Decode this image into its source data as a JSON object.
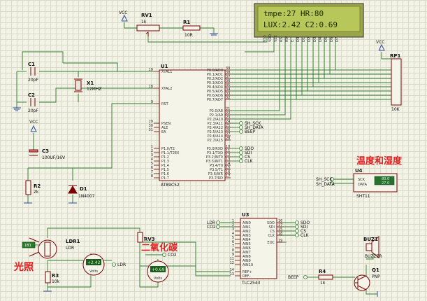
{
  "lcd": {
    "line1": "tmpe:27 HR:80",
    "line2": "LUX:2.42 C2:0.69",
    "pins": [
      "VSS",
      "VDD",
      "VEE",
      "RS",
      "RW",
      "E",
      "D0",
      "D1",
      "D2",
      "D3",
      "D4",
      "D5",
      "D6",
      "D7"
    ]
  },
  "rv1": {
    "ref": "RV1",
    "value": "1k"
  },
  "r1": {
    "ref": "R1",
    "value": "10R"
  },
  "rp1": {
    "ref": "RP1",
    "value": "10K",
    "vcc": "VCC"
  },
  "c1": {
    "ref": "C1",
    "value": "20pF"
  },
  "c2": {
    "ref": "C2",
    "value": "20pF"
  },
  "x1": {
    "ref": "X1",
    "value": "12MHZ"
  },
  "c3": {
    "ref": "C3",
    "value": "100UF/16V"
  },
  "vcc": "VCC",
  "r2": {
    "ref": "R2",
    "value": "2k"
  },
  "d1": {
    "ref": "D1",
    "value": "1N4007"
  },
  "u1": {
    "ref": "U1",
    "part": "AT89C52",
    "left_pins": [
      {
        "name": "XTAL1",
        "num": "19"
      },
      {
        "name": "XTAL2",
        "num": "18"
      },
      {
        "name": "RST",
        "num": "9"
      },
      {
        "name": "PSEN",
        "num": "29"
      },
      {
        "name": "ALE",
        "num": "30"
      },
      {
        "name": "EA",
        "num": "31"
      },
      {
        "name": "P1.0/T2",
        "num": "1"
      },
      {
        "name": "P1.1/T2EX",
        "num": "2"
      },
      {
        "name": "P1.2",
        "num": "3"
      },
      {
        "name": "P1.3",
        "num": "4"
      },
      {
        "name": "P1.4",
        "num": "5"
      },
      {
        "name": "P1.5",
        "num": "6"
      },
      {
        "name": "P1.6",
        "num": "7"
      },
      {
        "name": "P1.7",
        "num": "8"
      }
    ],
    "right_pins": [
      {
        "name": "P0.0/AD0",
        "num": "39"
      },
      {
        "name": "P0.1/AD1",
        "num": "38"
      },
      {
        "name": "P0.2/AD2",
        "num": "37"
      },
      {
        "name": "P0.3/AD3",
        "num": "36"
      },
      {
        "name": "P0.4/AD4",
        "num": "35"
      },
      {
        "name": "P0.5/AD5",
        "num": "34"
      },
      {
        "name": "P0.6/AD6",
        "num": "33"
      },
      {
        "name": "P0.7/AD7",
        "num": "32"
      },
      {
        "name": "P2.0/A8",
        "num": "21"
      },
      {
        "name": "P2.1/A9",
        "num": "22"
      },
      {
        "name": "P2.2/A10",
        "num": "23"
      },
      {
        "name": "P2.3/A11",
        "num": "24"
      },
      {
        "name": "P2.4/A12",
        "num": "25"
      },
      {
        "name": "P2.5/A13",
        "num": "26"
      },
      {
        "name": "P2.6/A14",
        "num": "27"
      },
      {
        "name": "P2.7/A15",
        "num": "28"
      },
      {
        "name": "P3.0/RXD",
        "num": "10"
      },
      {
        "name": "P3.1/TXD",
        "num": "11"
      },
      {
        "name": "P3.2/INT0",
        "num": "12"
      },
      {
        "name": "P3.3/INT1",
        "num": "13"
      },
      {
        "name": "P3.4/T0",
        "num": "14"
      },
      {
        "name": "P3.5/T1",
        "num": "15"
      },
      {
        "name": "P3.6/WR",
        "num": "16"
      },
      {
        "name": "P3.7/RD",
        "num": "17"
      }
    ],
    "net_labels_p2": [
      "SH_SCK",
      "SH_DATA",
      "BEEP"
    ],
    "net_labels_p3": [
      "SDO",
      "SDI",
      "CS",
      "CLK"
    ]
  },
  "u4": {
    "ref": "U4",
    "part": "SHT11",
    "pins": [
      "SCK",
      "DATA"
    ],
    "nets": [
      "SH_SCK",
      "SH_DATA"
    ],
    "readout1": "80.0",
    "readout2": "27.0",
    "annotation": "温度和湿度"
  },
  "u3": {
    "ref": "U3",
    "part": "TLC2543",
    "left_pins": [
      "AIN0",
      "AIN1",
      "AIN2",
      "AIN3",
      "AIN4",
      "AIN5",
      "AIN6",
      "AIN7",
      "AIN8",
      "AIN9",
      "AIN10",
      "REF+",
      "REF-"
    ],
    "left_nums": [
      "1",
      "2",
      "3",
      "4",
      "5",
      "6",
      "7",
      "8",
      "9",
      "11",
      "12",
      "14",
      "13"
    ],
    "right_pins": [
      "SDO",
      "SDI",
      "CS",
      "CLK",
      "EOC"
    ],
    "right_nums": [
      "16",
      "17",
      "15",
      "18",
      "19"
    ],
    "nets_in": [
      "LDR",
      "CO2"
    ],
    "nets_out": [
      "SDO",
      "SDI",
      "CS",
      "CLK"
    ]
  },
  "ldr1": {
    "ref": "LDR1",
    "part": "LDR",
    "torch": "1B1"
  },
  "r3": {
    "ref": "R3",
    "value": "10k"
  },
  "light_label": "光照",
  "volt1": {
    "value": "+2.42",
    "unit": "Volts",
    "net": "LDR"
  },
  "rv3": {
    "ref": "RV3",
    "net": "CO2",
    "annotation": "二氧化碳"
  },
  "volt2": {
    "value": "+0.69",
    "unit": "Volts"
  },
  "buz1": {
    "ref": "BUZ1",
    "part": "BUZZER"
  },
  "r4": {
    "ref": "R4",
    "value": "1k",
    "net": "BEEP"
  },
  "q1": {
    "ref": "Q1",
    "part": "PNP"
  }
}
